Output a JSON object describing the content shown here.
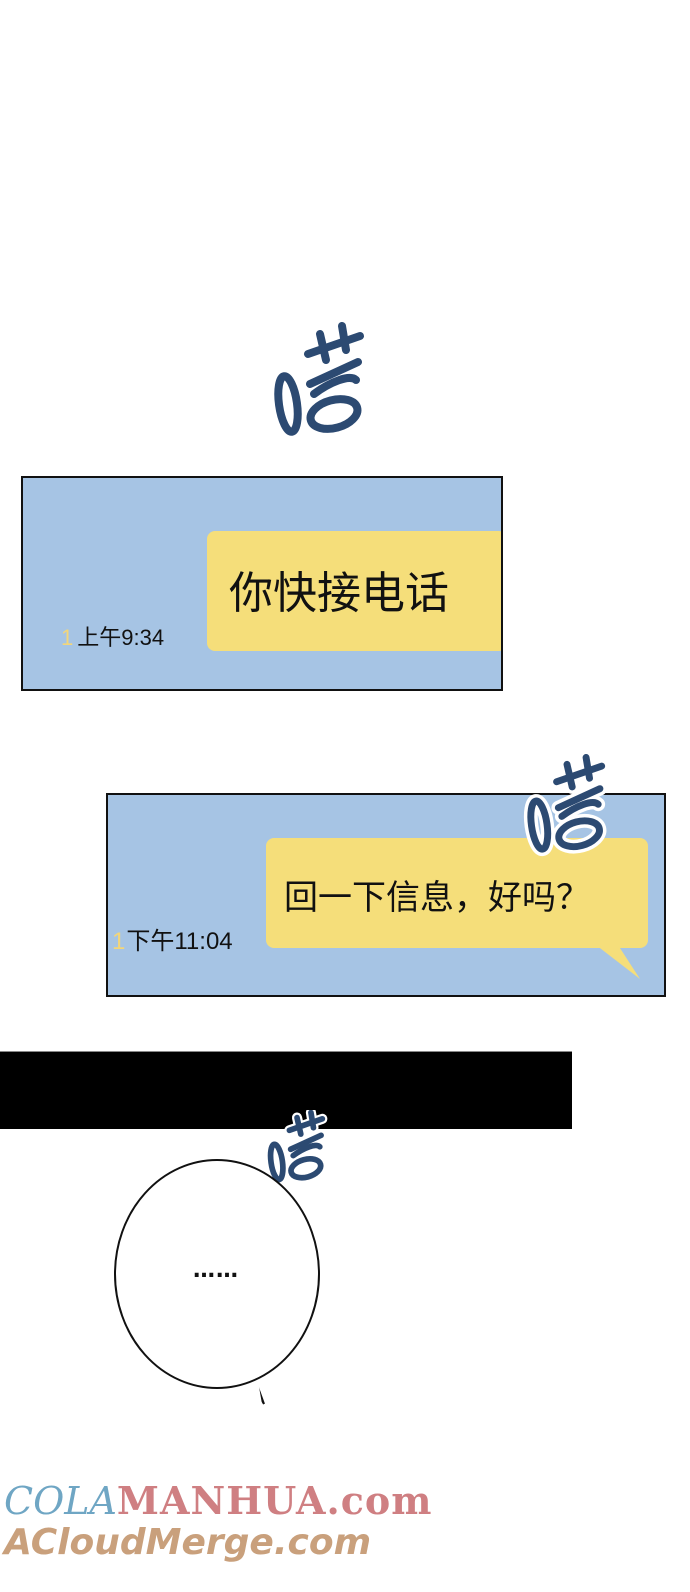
{
  "sfx": {
    "label": "嗒",
    "color": "#2c4a72"
  },
  "panel1": {
    "message": "你快接电话",
    "unread_count": "1",
    "timestamp": "上午9:34",
    "panel_color": "#a6c4e4",
    "bubble_color": "#f5de7a"
  },
  "panel2": {
    "message": "回一下信息，好吗？",
    "unread_count": "1",
    "timestamp": "下午11:04"
  },
  "balloon": {
    "text": "……"
  },
  "watermark": {
    "line1_part1": "COLA",
    "line1_part2": "MANHUA.com",
    "line2": "ACloudMerge.com"
  }
}
